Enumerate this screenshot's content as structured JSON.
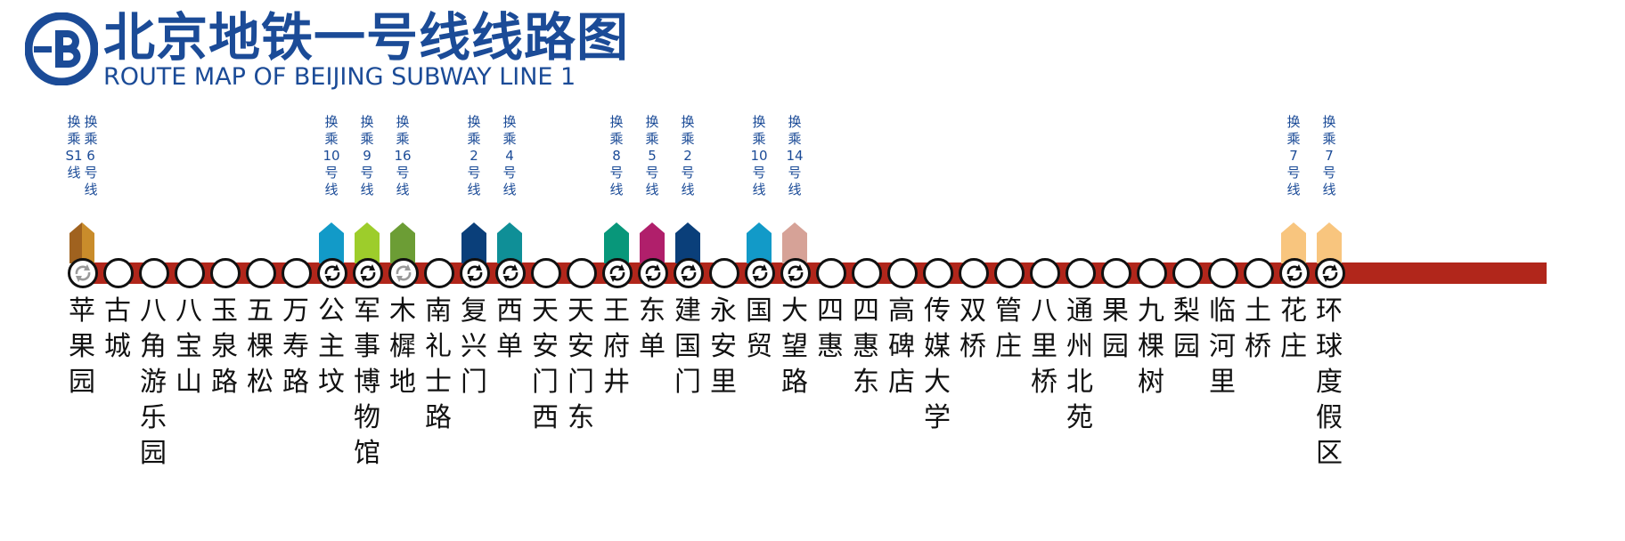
{
  "title": {
    "cn": "北京地铁一号线线路图",
    "en": "ROUTE MAP OF BEIJING SUBWAY LINE 1"
  },
  "colors": {
    "title": "#1b4b97",
    "line1": "#b1261b",
    "transfer_label": "#1b4b97"
  },
  "icons": {
    "logo": "beijing-subway-logo",
    "transfer": "transfer-arrows-icon"
  },
  "stations": [
    {
      "name": "苹果园",
      "type": "planned-transfer",
      "transfers": [
        {
          "label": "换乘S1线",
          "color": "#a0621f",
          "split": true
        },
        {
          "label": "换乘6号线",
          "color": "#c98c2b"
        }
      ]
    },
    {
      "name": "古城",
      "type": "normal",
      "transfers": []
    },
    {
      "name": "八角游乐园",
      "type": "normal",
      "transfers": []
    },
    {
      "name": "八宝山",
      "type": "normal",
      "transfers": []
    },
    {
      "name": "玉泉路",
      "type": "normal",
      "transfers": []
    },
    {
      "name": "五棵松",
      "type": "normal",
      "transfers": []
    },
    {
      "name": "万寿路",
      "type": "normal",
      "transfers": []
    },
    {
      "name": "公主坟",
      "type": "transfer",
      "transfers": [
        {
          "label": "换乘10号线",
          "color": "#129ac8"
        }
      ]
    },
    {
      "name": "军事博物馆",
      "type": "transfer",
      "transfers": [
        {
          "label": "换乘9号线",
          "color": "#9dcd2b"
        }
      ]
    },
    {
      "name": "木樨地",
      "type": "planned-transfer",
      "transfers": [
        {
          "label": "换乘16号线",
          "color": "#6c9d35"
        }
      ]
    },
    {
      "name": "南礼士路",
      "type": "normal",
      "transfers": []
    },
    {
      "name": "复兴门",
      "type": "transfer",
      "transfers": [
        {
          "label": "换乘2号线",
          "color": "#0a3f7a"
        }
      ]
    },
    {
      "name": "西单",
      "type": "transfer",
      "transfers": [
        {
          "label": "换乘4号线",
          "color": "#0f8f97"
        }
      ]
    },
    {
      "name": "天安门西",
      "type": "normal",
      "transfers": []
    },
    {
      "name": "天安门东",
      "type": "normal",
      "transfers": []
    },
    {
      "name": "王府井",
      "type": "transfer",
      "transfers": [
        {
          "label": "换乘8号线",
          "color": "#08977a"
        }
      ]
    },
    {
      "name": "东单",
      "type": "transfer",
      "transfers": [
        {
          "label": "换乘5号线",
          "color": "#b01f6b"
        }
      ]
    },
    {
      "name": "建国门",
      "type": "transfer",
      "transfers": [
        {
          "label": "换乘2号线",
          "color": "#0a3f7a"
        }
      ]
    },
    {
      "name": "永安里",
      "type": "normal",
      "transfers": []
    },
    {
      "name": "国贸",
      "type": "transfer",
      "transfers": [
        {
          "label": "换乘10号线",
          "color": "#129ac8"
        }
      ]
    },
    {
      "name": "大望路",
      "type": "transfer",
      "transfers": [
        {
          "label": "换乘14号线",
          "color": "#d6a297"
        }
      ]
    },
    {
      "name": "四惠",
      "type": "normal",
      "transfers": []
    },
    {
      "name": "四惠东",
      "type": "normal",
      "transfers": []
    },
    {
      "name": "高碑店",
      "type": "normal",
      "transfers": []
    },
    {
      "name": "传媒大学",
      "type": "normal",
      "transfers": []
    },
    {
      "name": "双桥",
      "type": "normal",
      "transfers": []
    },
    {
      "name": "管庄",
      "type": "normal",
      "transfers": []
    },
    {
      "name": "八里桥",
      "type": "normal",
      "transfers": []
    },
    {
      "name": "通州北苑",
      "type": "normal",
      "transfers": []
    },
    {
      "name": "果园",
      "type": "normal",
      "transfers": []
    },
    {
      "name": "九棵树",
      "type": "normal",
      "transfers": []
    },
    {
      "name": "梨园",
      "type": "normal",
      "transfers": []
    },
    {
      "name": "临河里",
      "type": "normal",
      "transfers": []
    },
    {
      "name": "土桥",
      "type": "normal",
      "transfers": []
    },
    {
      "name": "花庄",
      "type": "transfer",
      "transfers": [
        {
          "label": "换乘7号线",
          "color": "#f8c57e"
        }
      ]
    },
    {
      "name": "环球度假区",
      "type": "transfer",
      "transfers": [
        {
          "label": "换乘7号线",
          "color": "#f8c57e"
        }
      ]
    }
  ]
}
